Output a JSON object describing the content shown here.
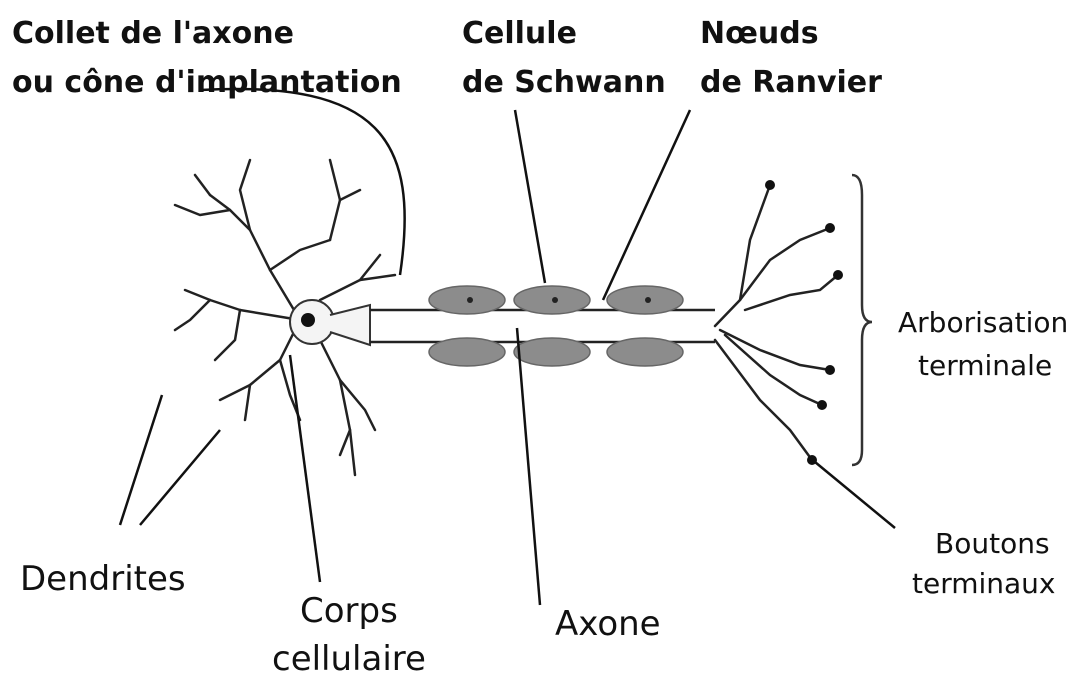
{
  "labels": {
    "collet_line1": "Collet de l'axone",
    "collet_line2": "ou cône d'implantation",
    "schwann_line1": "Cellule",
    "schwann_line2": "de Schwann",
    "ranvier_line1": "Nœuds",
    "ranvier_line2": "de Ranvier",
    "arborisation_line1": "Arborisation",
    "arborisation_line2": "terminale",
    "dendrites": "Dendrites",
    "corps_line1": "Corps",
    "corps_line2": "cellulaire",
    "axone": "Axone",
    "boutons_line1": "Boutons",
    "boutons_line2": "terminaux"
  },
  "colors": {
    "ink": "#111111",
    "myelin": "#8c8c8c",
    "background": "#ffffff"
  }
}
